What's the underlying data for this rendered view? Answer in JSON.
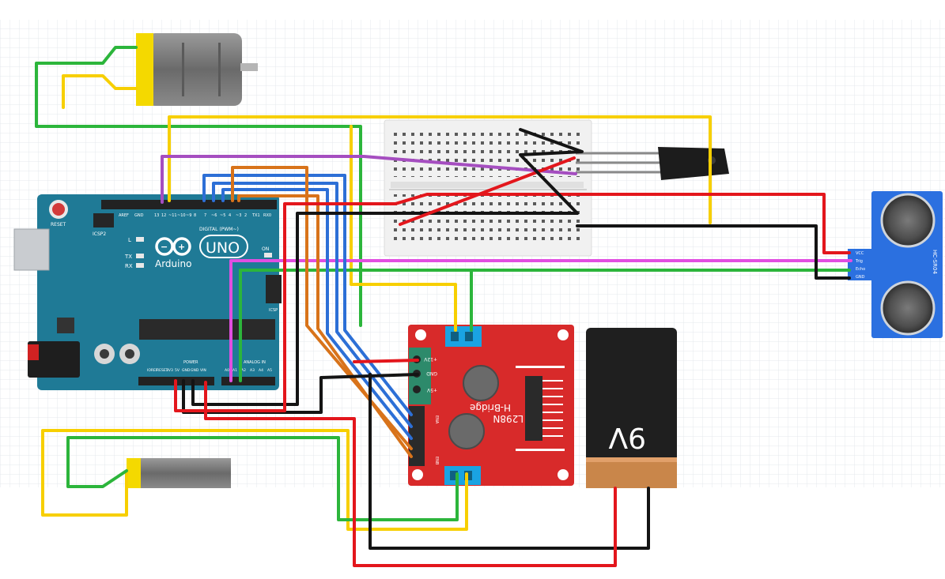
{
  "arduino": {
    "logo_text": "Arduino",
    "model": "UNO",
    "reset_label": "RESET",
    "icsp2_label": "ICSP2",
    "icsp_label": "ICSP",
    "digital_label": "DIGITAL (PWM~)",
    "aref_label": "AREF",
    "gnd_label": "GND",
    "power_label": "POWER",
    "analog_label": "ANALOG IN",
    "tx_label": "TX",
    "rx_label": "RX",
    "l_label": "L",
    "on_label": "ON",
    "power_pins": [
      "IOREF",
      "RESET",
      "3V3",
      "5V",
      "GND",
      "GND",
      "VIN"
    ],
    "analog_pins": [
      "A0",
      "A1",
      "A2",
      "A3",
      "A4",
      "A5"
    ],
    "digital_pins": [
      "13",
      "12",
      "~11",
      "~10",
      "~9",
      "8",
      "7",
      "~6",
      "~5",
      "4",
      "~3",
      "2",
      "TX1",
      "RX0"
    ]
  },
  "hbridge": {
    "title": "H-Bridge",
    "chip": "L298N",
    "pin_12v": "+12V",
    "pin_gnd": "GND",
    "pin_5v": "+5V",
    "pin_ena": "ENA",
    "pin_enb": "ENB"
  },
  "battery": {
    "label": "9V"
  },
  "sensor": {
    "model": "HC-SR04",
    "pins": [
      "VCC",
      "Trig",
      "Echo",
      "GND"
    ]
  },
  "colors": {
    "board": "#1f7a96",
    "hbridge": "#d82a2a",
    "wire_red": "#e3161c",
    "wire_black": "#141414",
    "wire_yellow": "#f7cf00",
    "wire_green": "#2cb53b",
    "wire_blue": "#2c6fd6",
    "wire_orange": "#d8731a",
    "wire_purple": "#a54ec0",
    "wire_magenta": "#e14ee1",
    "sensor": "#2b70e0"
  }
}
